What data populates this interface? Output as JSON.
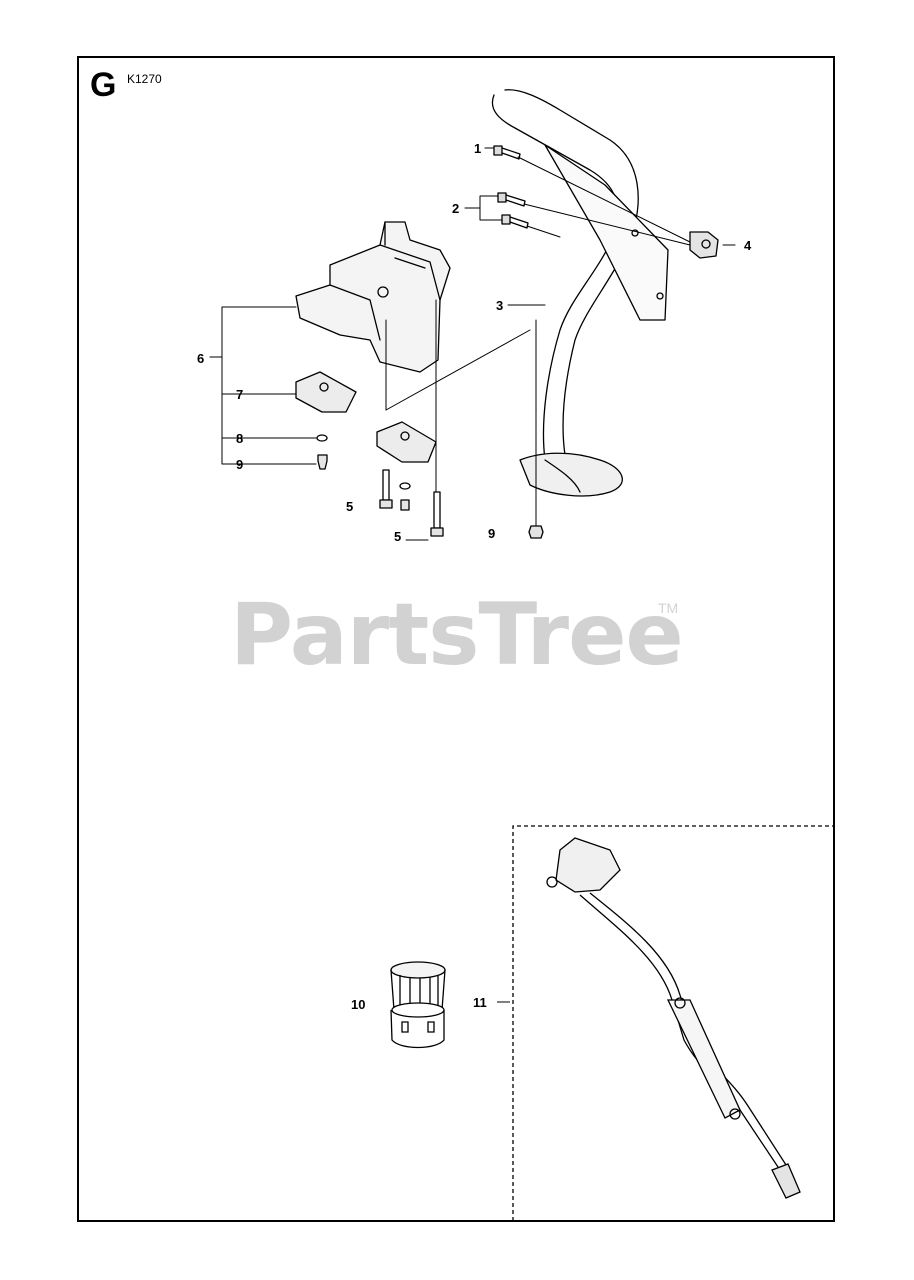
{
  "diagram": {
    "section_letter": "G",
    "section_code": "K1270",
    "watermark": "PartsTree",
    "watermark_mark": "TM",
    "callouts": [
      {
        "id": "c1",
        "label": "1"
      },
      {
        "id": "c2",
        "label": "2"
      },
      {
        "id": "c3",
        "label": "3"
      },
      {
        "id": "c4",
        "label": "4"
      },
      {
        "id": "c5a",
        "label": "5"
      },
      {
        "id": "c5b",
        "label": "5"
      },
      {
        "id": "c6",
        "label": "6"
      },
      {
        "id": "c7",
        "label": "7"
      },
      {
        "id": "c8",
        "label": "8"
      },
      {
        "id": "c9a",
        "label": "9"
      },
      {
        "id": "c9b",
        "label": "9"
      },
      {
        "id": "c10",
        "label": "10"
      },
      {
        "id": "c11",
        "label": "11"
      }
    ]
  }
}
